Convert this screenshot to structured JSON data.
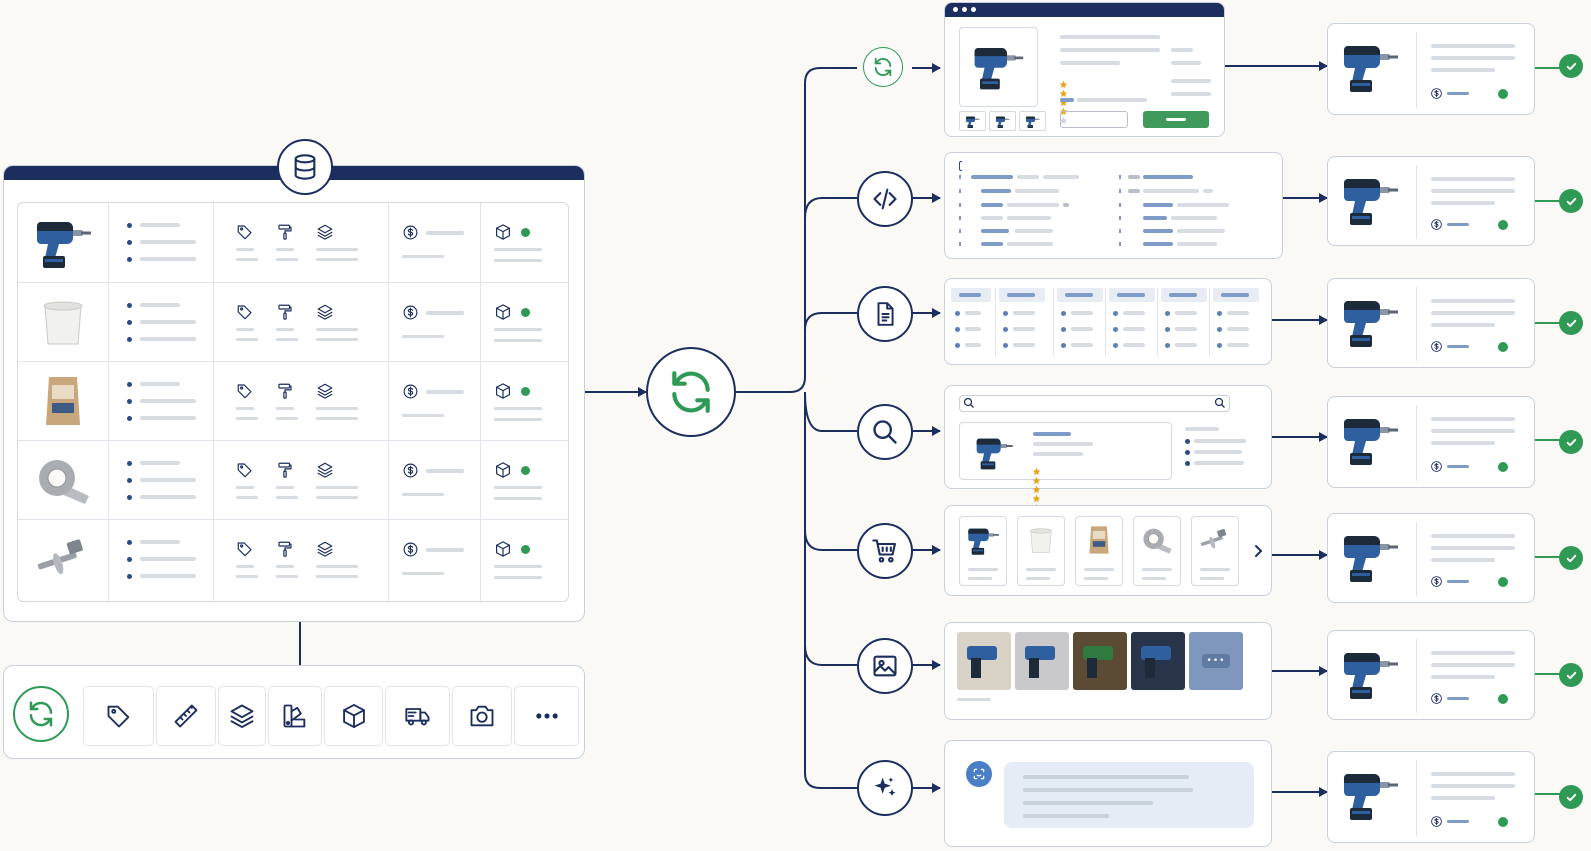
{
  "colors": {
    "navy": "#1b2e5e",
    "accent_green": "#2e9a55",
    "panel_border": "#c9d0dc",
    "background": "#fbf9f6",
    "skeleton": "#d7dbe2",
    "skeleton_blue": "#7f9cc9",
    "star": "#e8a317"
  },
  "source_table": {
    "header_icon": "database-icon",
    "rows": [
      {
        "product_icon": "cordless-drill-icon"
      },
      {
        "product_icon": "white-bucket-icon"
      },
      {
        "product_icon": "cement-bag-icon"
      },
      {
        "product_icon": "duct-tape-icon"
      },
      {
        "product_icon": "anchor-bolt-icon"
      }
    ],
    "column_icons": [
      "tag-icon",
      "paint-roller-icon",
      "layers-icon",
      "dollar-icon",
      "box-icon"
    ]
  },
  "attribute_toolbar": {
    "icons": [
      "sync-icon",
      "tag-icon",
      "ruler-icon",
      "layers-icon",
      "color-swatch-icon",
      "box-icon",
      "delivery-truck-icon",
      "camera-icon",
      "more-icon"
    ]
  },
  "hub": {
    "icon": "sync-icon"
  },
  "channels": [
    {
      "icon": "sync-icon",
      "kind": "product-page"
    },
    {
      "icon": "code-icon",
      "kind": "code-feed"
    },
    {
      "icon": "document-icon",
      "kind": "spreadsheet"
    },
    {
      "icon": "search-icon",
      "kind": "search-result"
    },
    {
      "icon": "shopping-cart-icon",
      "kind": "product-carousel"
    },
    {
      "icon": "image-icon",
      "kind": "image-gallery"
    },
    {
      "icon": "sparkles-icon",
      "kind": "ai-chat"
    }
  ],
  "results": {
    "count": 7,
    "status_icon": "check-icon"
  },
  "gallery": {
    "more_label": "•••"
  }
}
